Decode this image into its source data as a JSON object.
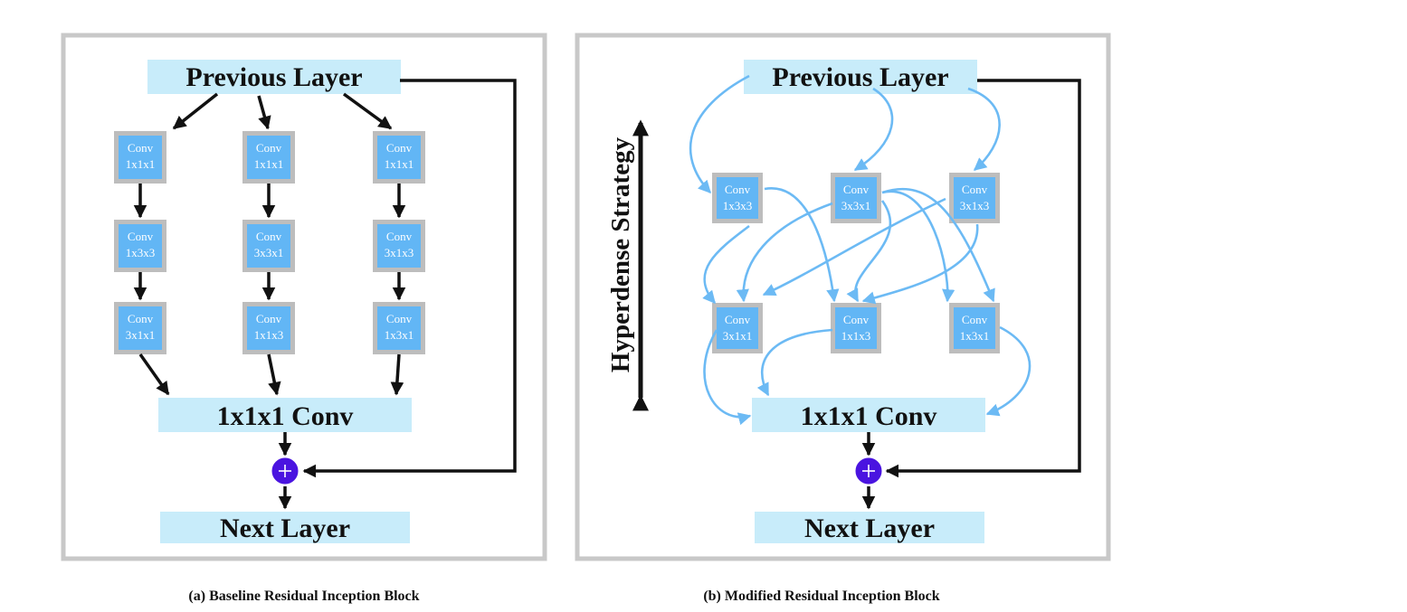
{
  "panel_a": {
    "previous_layer": "Previous Layer",
    "merge_conv": "1x1x1 Conv",
    "next_layer": "Next Layer",
    "caption": "(a) Baseline Residual Inception Block",
    "conv": [
      {
        "title": "Conv",
        "kernel": "1x1x1"
      },
      {
        "title": "Conv",
        "kernel": "1x1x1"
      },
      {
        "title": "Conv",
        "kernel": "1x1x1"
      },
      {
        "title": "Conv",
        "kernel": "1x3x3"
      },
      {
        "title": "Conv",
        "kernel": "3x3x1"
      },
      {
        "title": "Conv",
        "kernel": "3x1x3"
      },
      {
        "title": "Conv",
        "kernel": "3x1x1"
      },
      {
        "title": "Conv",
        "kernel": "1x1x3"
      },
      {
        "title": "Conv",
        "kernel": "1x3x1"
      }
    ]
  },
  "panel_b": {
    "previous_layer": "Previous Layer",
    "merge_conv": "1x1x1 Conv",
    "next_layer": "Next Layer",
    "caption": "(b) Modified Residual Inception Block",
    "strategy": "Hyperdense Strategy",
    "conv": [
      {
        "title": "Conv",
        "kernel": "1x3x3"
      },
      {
        "title": "Conv",
        "kernel": "3x3x1"
      },
      {
        "title": "Conv",
        "kernel": "3x1x3"
      },
      {
        "title": "Conv",
        "kernel": "3x1x1"
      },
      {
        "title": "Conv",
        "kernel": "1x1x3"
      },
      {
        "title": "Conv",
        "kernel": "1x3x1"
      }
    ]
  },
  "colors": {
    "frame": "#c8c8c8",
    "label_box": "#c8ecfa",
    "conv_block": "#62b6f5",
    "conv_border": "#bdbdbd",
    "dense_arrow": "#6cbaf4",
    "sum_node": "#4a14e0"
  }
}
